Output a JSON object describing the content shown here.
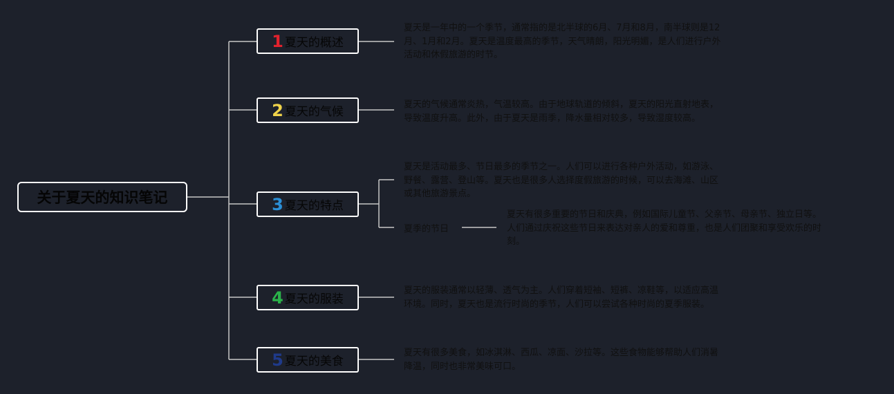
{
  "root": {
    "label": "关于夏天的知识笔记"
  },
  "branches": [
    {
      "number": "1",
      "number_color": "#e1222d",
      "title": "夏天的概述",
      "detail": [
        "夏天是一年中的一个季节，通常指的是北半球的6月、7月和8月，南半球则是12",
        "月、1月和2月。夏天是温度最高的季节，天气晴朗，阳光明媚，是人们进行户外",
        "活动和休假旅游的时节。"
      ]
    },
    {
      "number": "2",
      "number_color": "#f0d34a",
      "title": "夏天的气候",
      "detail": [
        "夏天的气候通常炎热，气温较高。由于地球轨道的倾斜，夏天的阳光直射地表，",
        "导致温度升高。此外，由于夏天是雨季，降水量相对较多，导致湿度较高。"
      ]
    },
    {
      "number": "3",
      "number_color": "#2b8fd6",
      "title": "夏天的特点",
      "detail": [
        "夏天是活动最多、节日最多的季节之一。人们可以进行各种户外活动，如游泳、",
        "野餐、露营、登山等。夏天也是很多人选择度假旅游的时候，可以去海滩、山区",
        "或其他旅游景点。"
      ],
      "sub": {
        "label": "夏季的节日",
        "detail": [
          "夏天有很多重要的节日和庆典，例如国际儿童节、父亲节、母亲节、独立日等。",
          "人们通过庆祝这些节日来表达对亲人的爱和尊重，也是人们团聚和享受欢乐的时",
          "刻。"
        ]
      }
    },
    {
      "number": "4",
      "number_color": "#2bb34a",
      "title": "夏天的服装",
      "detail": [
        "夏天的服装通常以轻薄、透气为主。人们穿着短袖、短裤、凉鞋等，以适应高温",
        "环境。同时，夏天也是流行时尚的季节，人们可以尝试各种时尚的夏季服装。"
      ]
    },
    {
      "number": "5",
      "number_color": "#1f3a8a",
      "title": "夏天的美食",
      "detail": [
        "夏天有很多美食，如冰淇淋、西瓜、凉面、沙拉等。这些食物能够帮助人们消暑",
        "降温，同时也非常美味可口。"
      ]
    }
  ],
  "colors": {
    "background": "#1d212b",
    "line": "#c8c8c8",
    "node_border": "#ffffff",
    "text": "#101010"
  }
}
